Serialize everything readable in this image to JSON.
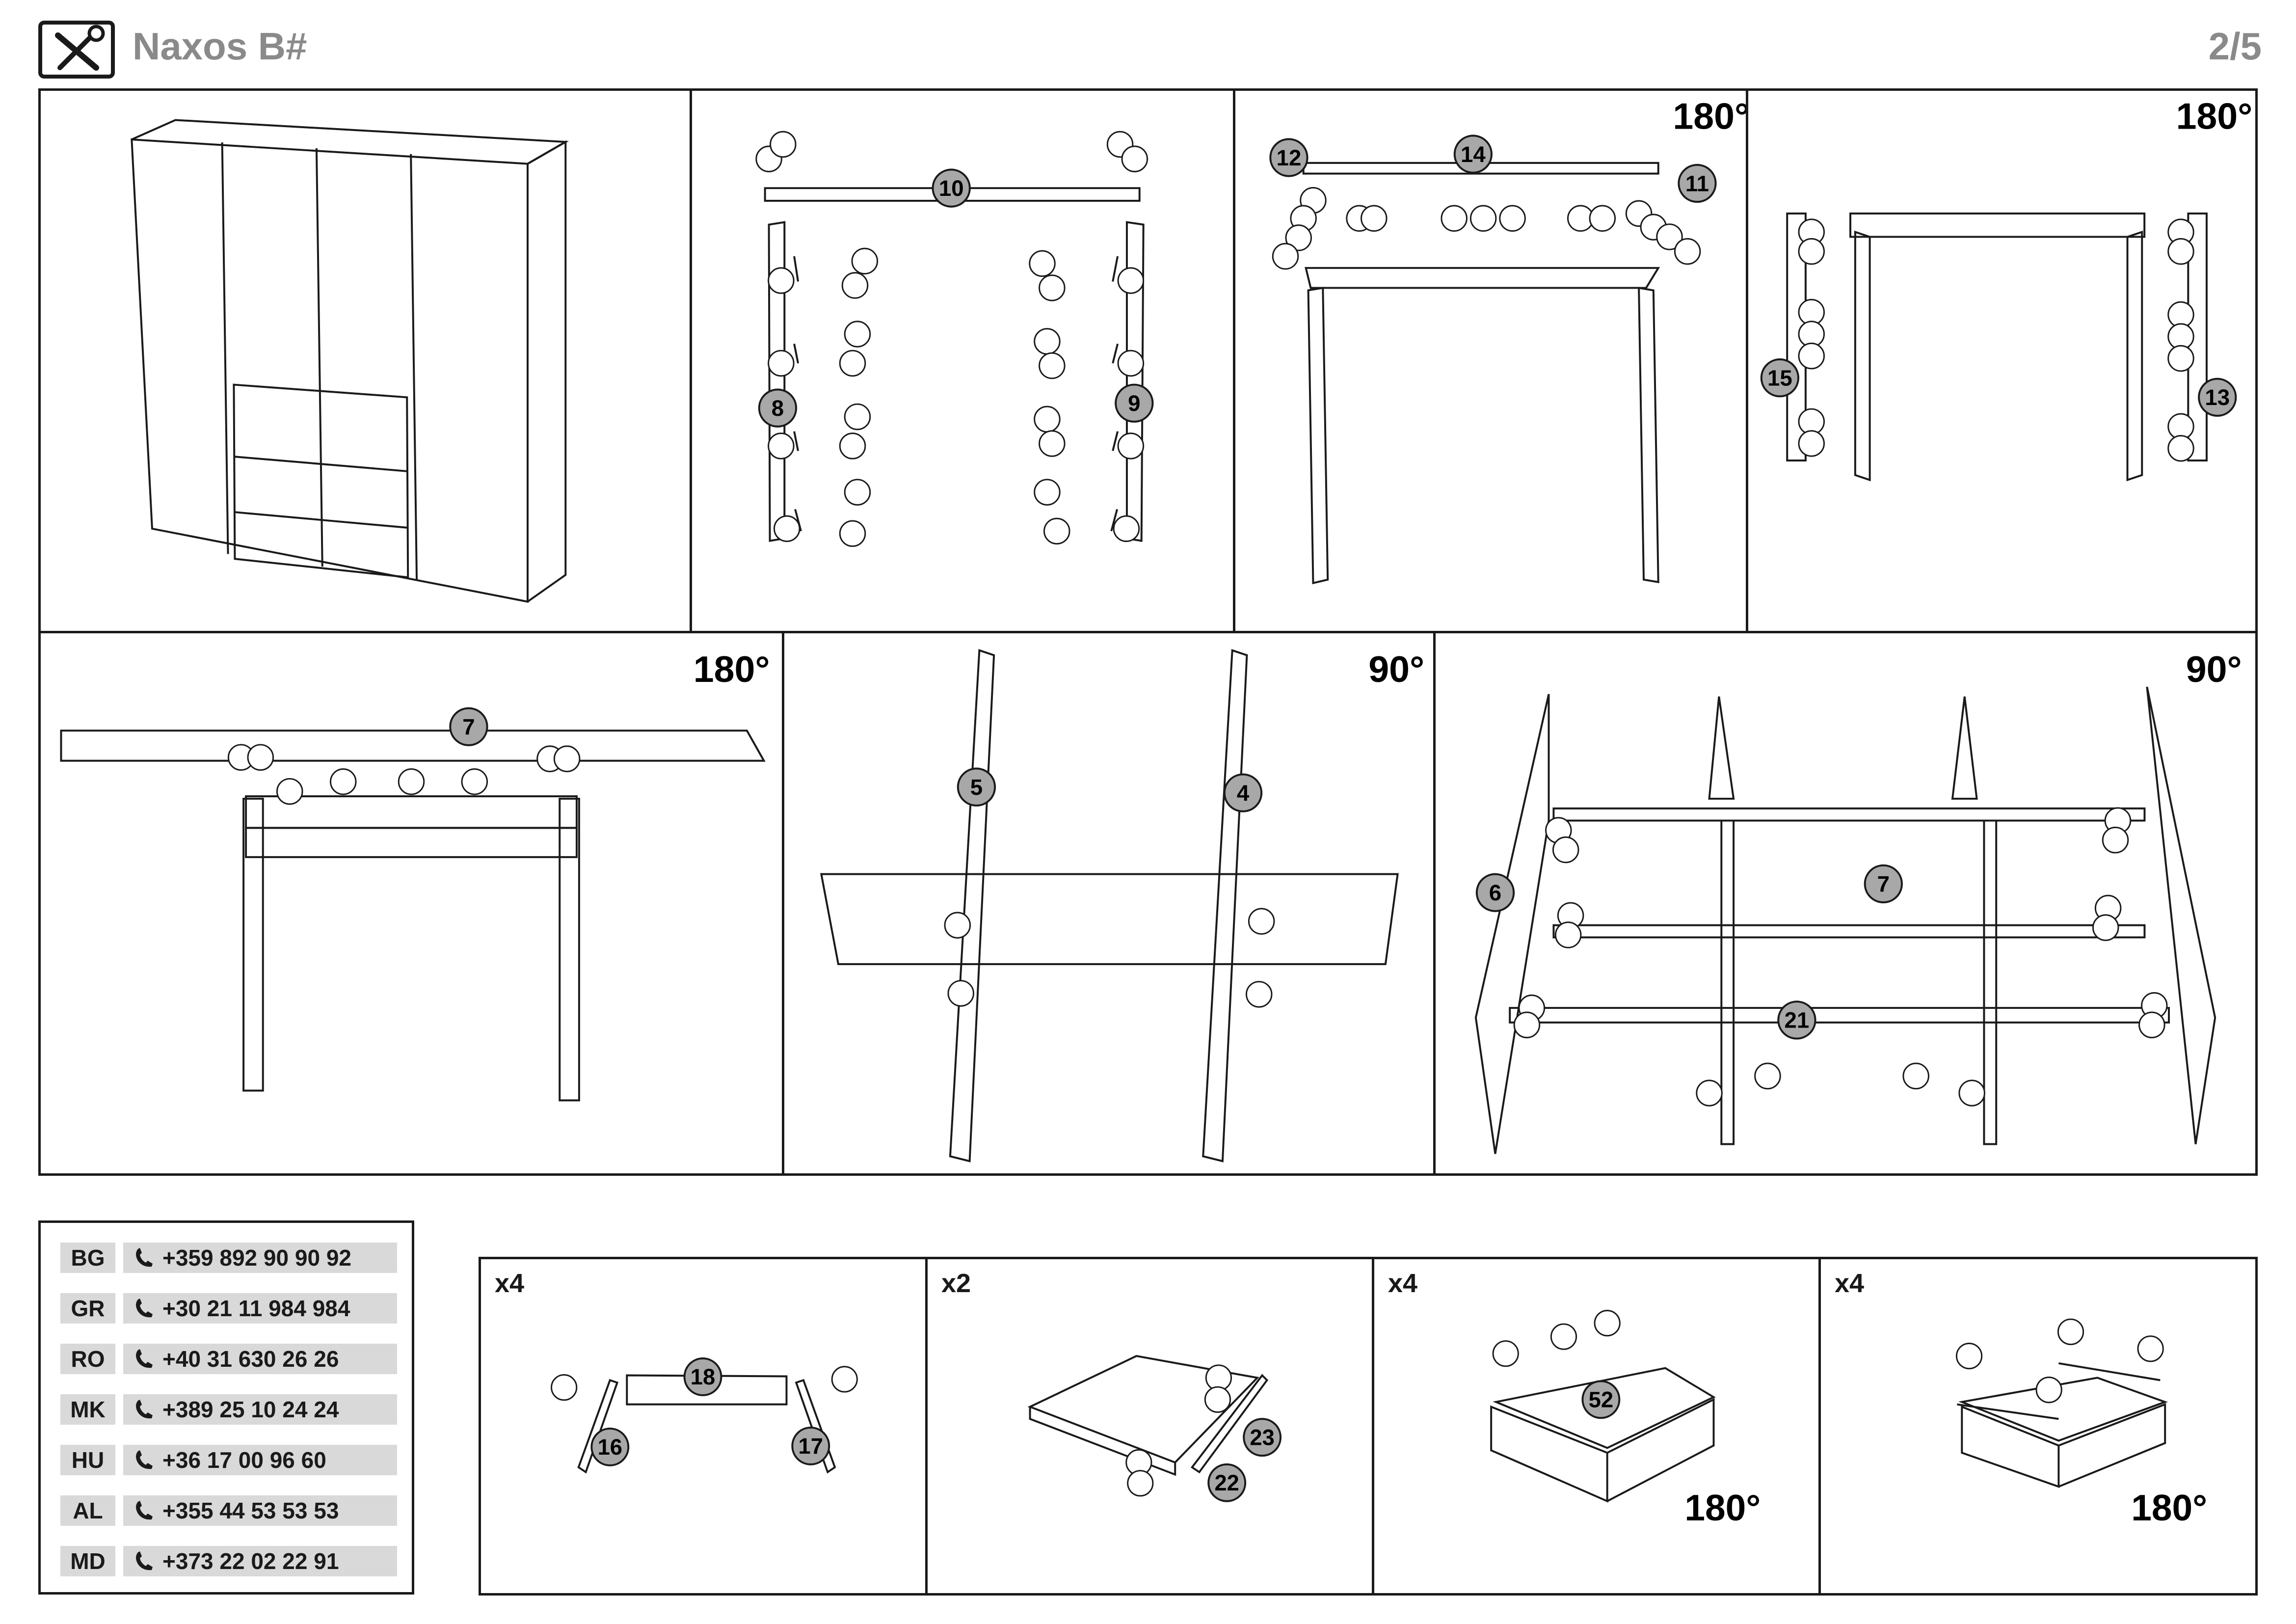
{
  "header": {
    "title": "Naxos B#",
    "page": "2/5",
    "icon": "tools-icon"
  },
  "rotations": {
    "p4": "180°",
    "p5": "180°",
    "p6": "180°",
    "p7": "90°",
    "p8": "90°",
    "b3": "180°",
    "b4": "180°"
  },
  "steps": {
    "p2": {
      "top": "10",
      "left": "8",
      "right": "9"
    },
    "p3": {
      "top": "14",
      "left": "12",
      "right": "11"
    },
    "p4": {
      "left": "15",
      "right": "13"
    },
    "p5": {
      "top": "7"
    },
    "p6": {
      "left": "5",
      "right": "4"
    },
    "p7": {
      "left": "6",
      "center": "7",
      "bottom": "21"
    },
    "b1": {
      "top": "18",
      "left": "16",
      "right": "17"
    },
    "b2": {
      "right_top": "23",
      "right_bottom": "22"
    },
    "b3": {
      "bottom": "52"
    }
  },
  "quantities": [
    "x4",
    "x2",
    "x4",
    "x4"
  ],
  "contacts": [
    {
      "code": "BG",
      "phone": "+359 892 90 90 92"
    },
    {
      "code": "GR",
      "phone": "+30 21 11 984 984"
    },
    {
      "code": "RO",
      "phone": "+40 31 630 26 26"
    },
    {
      "code": "MK",
      "phone": "+389 25 10 24 24"
    },
    {
      "code": "HU",
      "phone": "+36 17 00 96 60"
    },
    {
      "code": "AL",
      "phone": "+355 44 53 53 53"
    },
    {
      "code": "MD",
      "phone": "+373 22 02 22 91"
    }
  ],
  "icons": {
    "phone": "phone-icon",
    "rotate": "rotate-arrow-icon"
  }
}
